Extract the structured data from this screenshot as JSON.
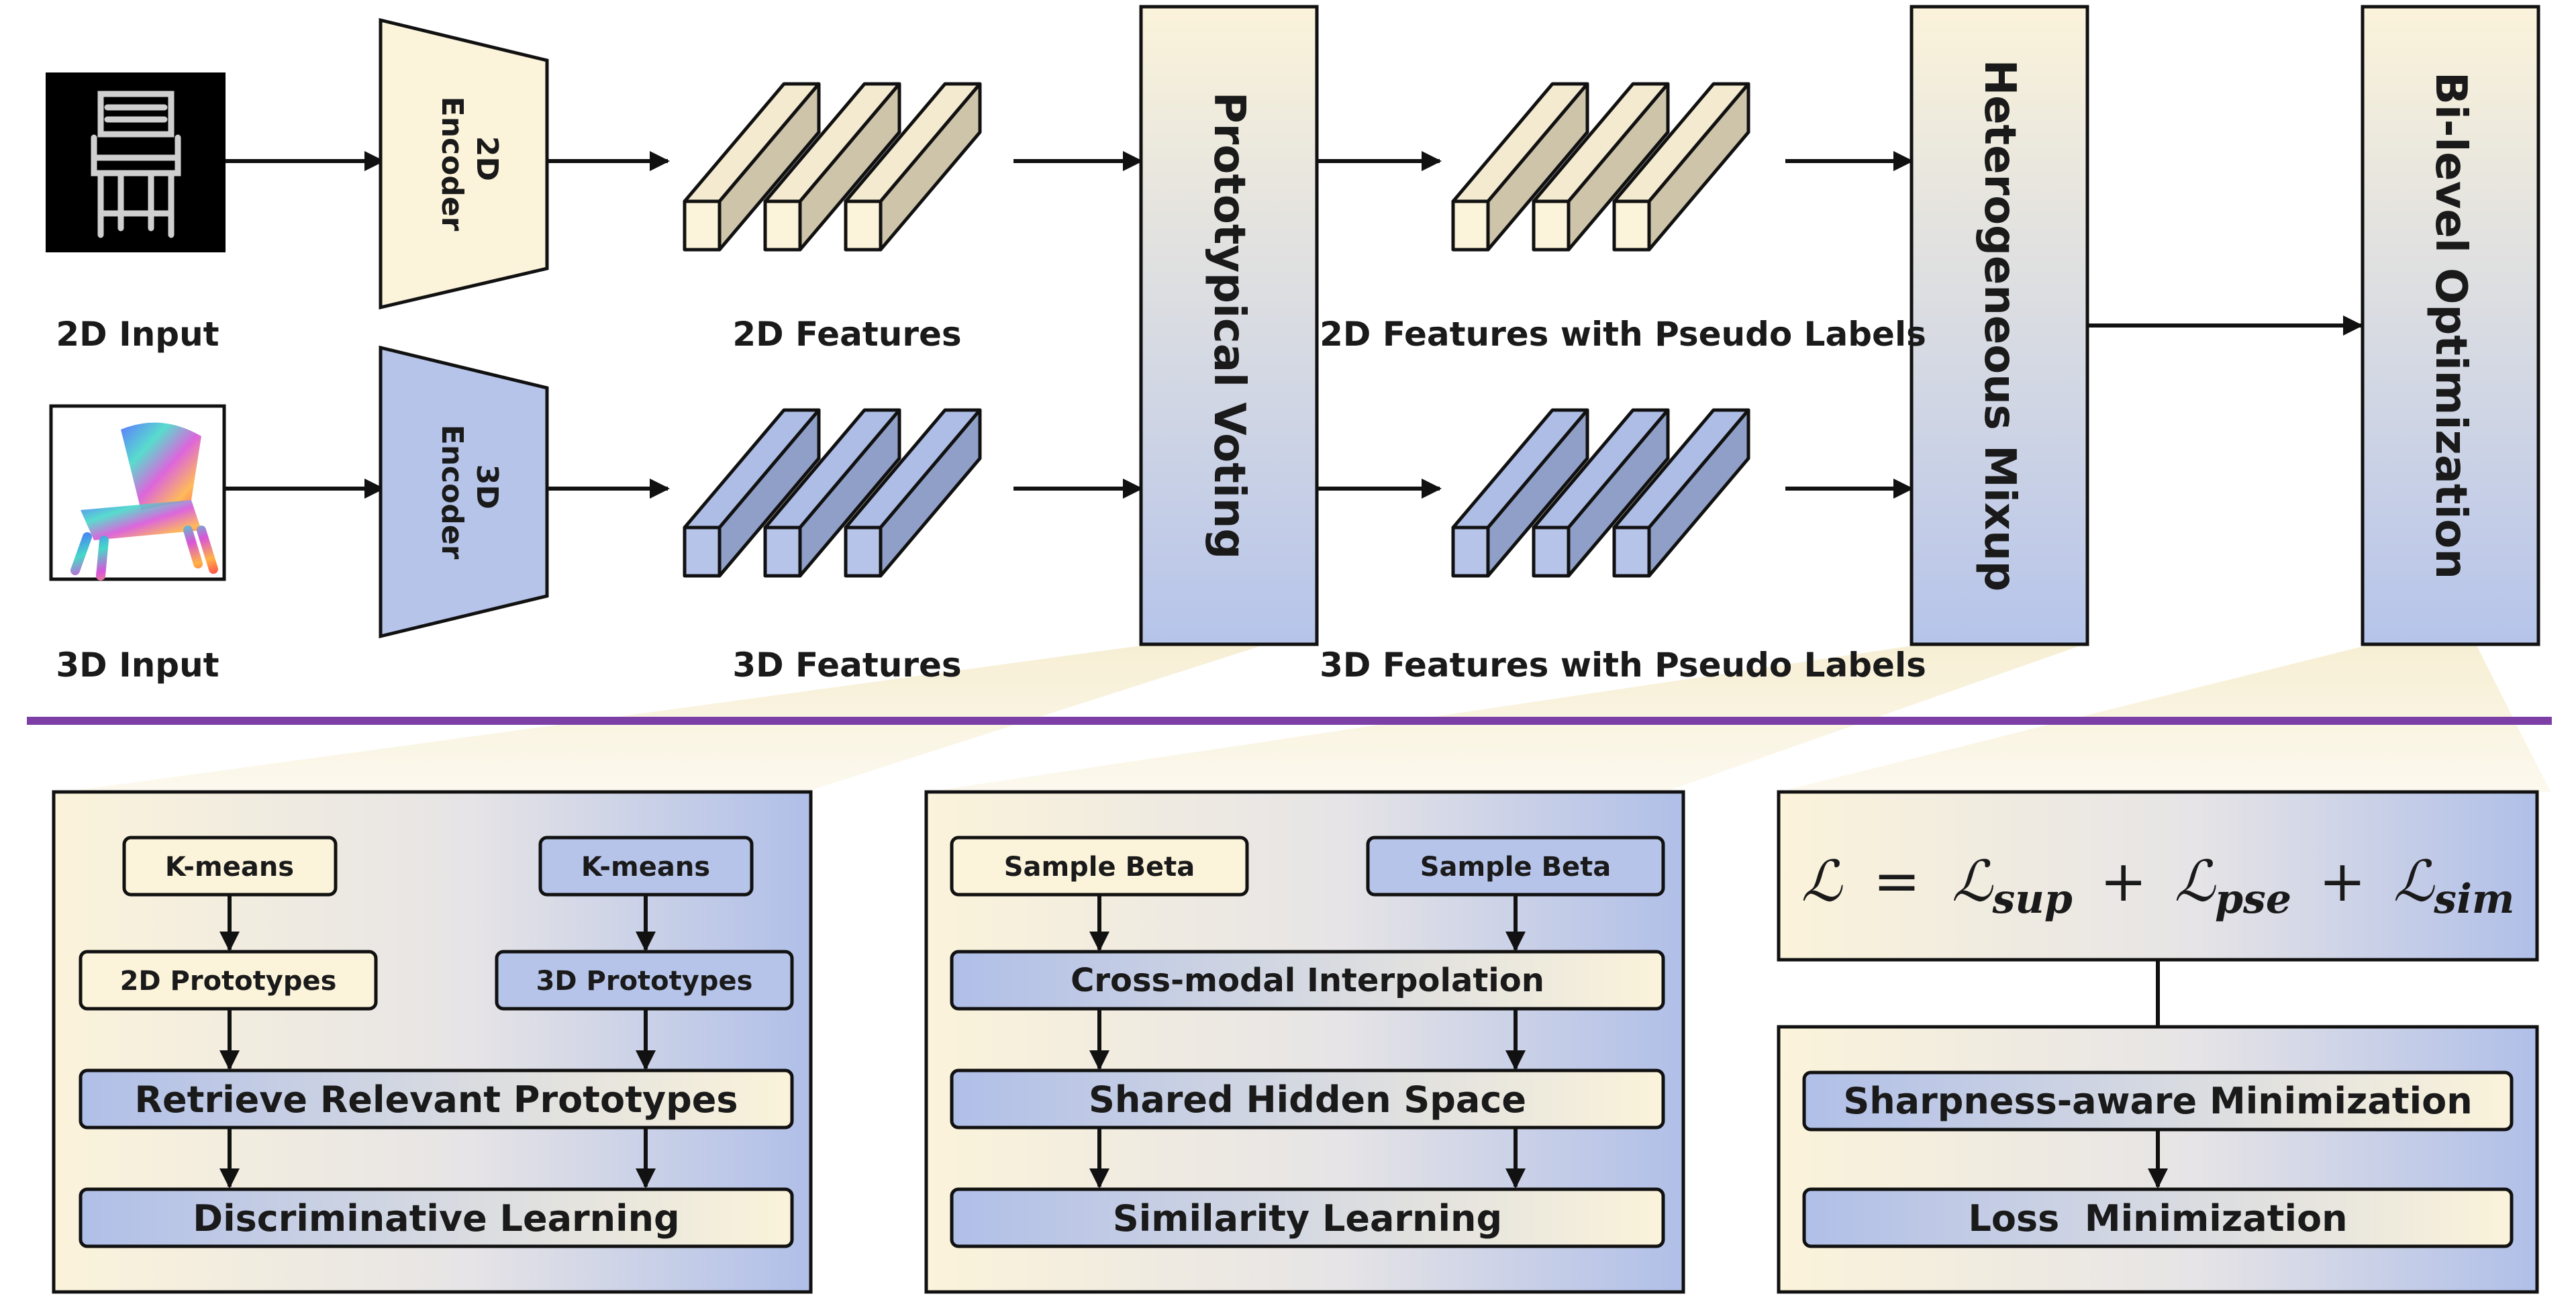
{
  "top": {
    "input_2d_label": "2D Input",
    "input_3d_label": "3D Input",
    "encoder_2d": [
      "2D",
      "Encoder"
    ],
    "encoder_3d": [
      "3D",
      "Encoder"
    ],
    "features_2d_label": "2D Features",
    "features_3d_label": "3D Features",
    "pseudo_2d_label": "2D Features with Pseudo Labels",
    "pseudo_3d_label": "3D Features with Pseudo Labels",
    "voting_label": "Prototypical Voting",
    "mixup_label": "Heterogeneous Mixup",
    "optimization_label": "Bi-level Optimization"
  },
  "panel_voting": {
    "kmeans_2d": "K-means",
    "kmeans_3d": "K-means",
    "prototypes_2d": "2D Prototypes",
    "prototypes_3d": "3D Prototypes",
    "retrieve": "Retrieve Relevant Prototypes",
    "discriminative": "Discriminative Learning"
  },
  "panel_mixup": {
    "sample_beta_left": "Sample Beta",
    "sample_beta_right": "Sample Beta",
    "interpolation": "Cross-modal Interpolation",
    "hidden_space": "Shared Hidden Space",
    "similarity": "Similarity Learning"
  },
  "panel_opt": {
    "loss_symbol": "ℒ",
    "loss_equals": "=",
    "loss_terms": [
      "sup",
      "pse",
      "sim"
    ],
    "sam": "Sharpness-aware Minimization",
    "loss_min": "Loss  Minimization"
  },
  "colors": {
    "cream": "#fbf3da",
    "blue": "#b8c6ea",
    "divider": "#7b3fa6",
    "stroke": "#111111"
  },
  "icons": {
    "input_2d": "chair-photo-icon",
    "input_3d": "chair-pointcloud-icon"
  }
}
